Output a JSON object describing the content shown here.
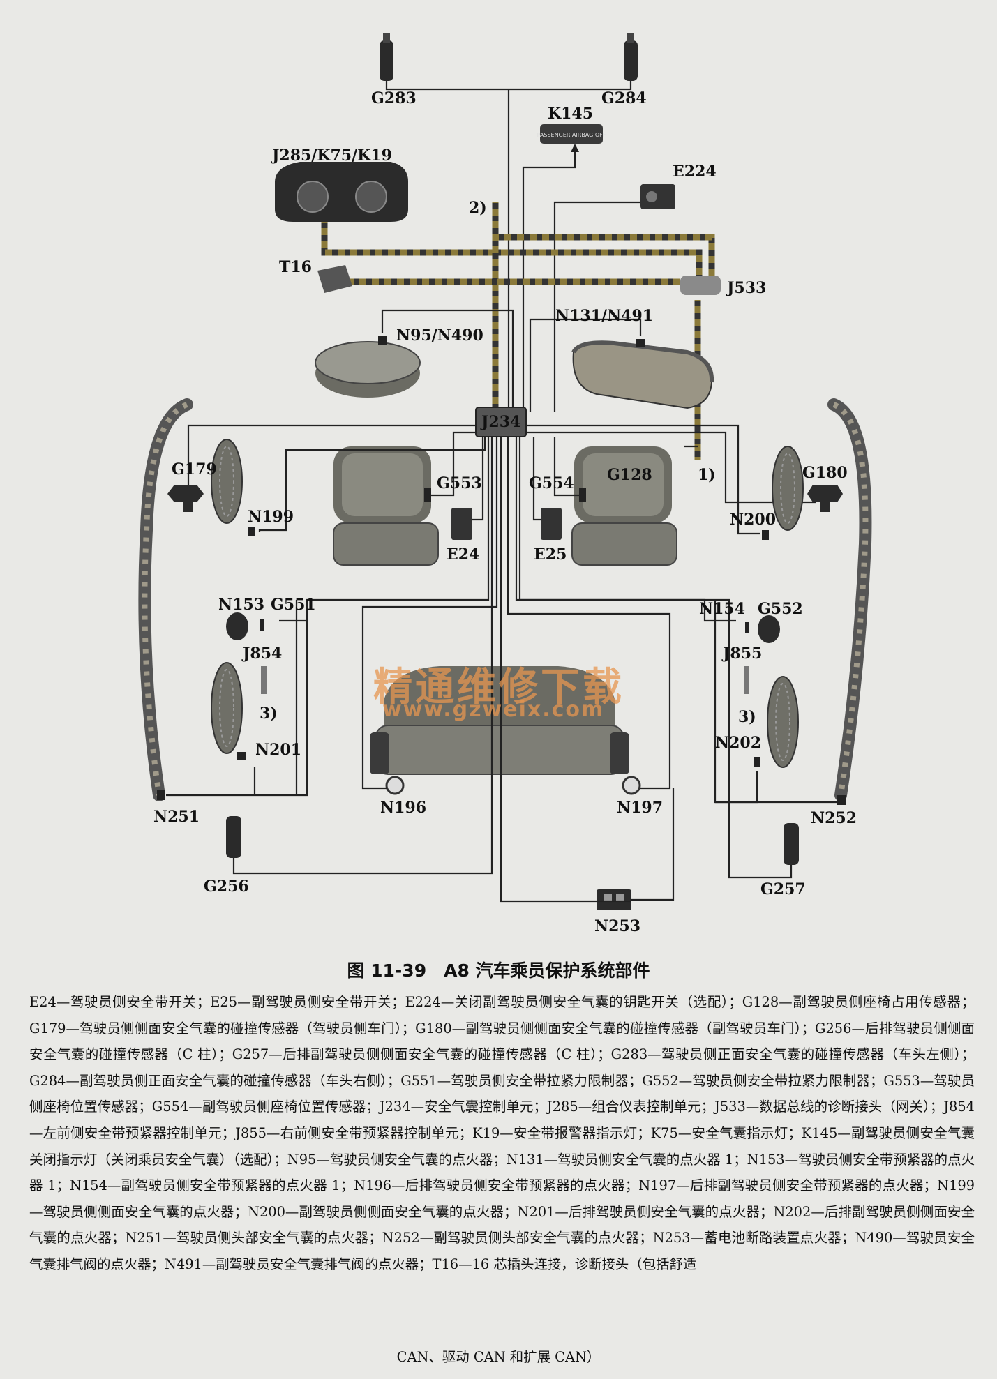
{
  "labels": {
    "g283": "G283",
    "g284": "G284",
    "k145": "K145",
    "k145_panel": "PASSENGER AIRBAG OFF",
    "e224": "E224",
    "j285": "J285/K75/K19",
    "t16": "T16",
    "j533": "J533",
    "n95": "N95/N490",
    "n131": "N131/N491",
    "j234": "J234",
    "note2": "2)",
    "note1": "1)",
    "note3a": "3)",
    "note3b": "3)",
    "g179": "G179",
    "g180": "G180",
    "n199": "N199",
    "n200": "N200",
    "g553": "G553",
    "g554": "G554",
    "g128": "G128",
    "e24": "E24",
    "e25": "E25",
    "n153": "N153",
    "g551": "G551",
    "j854": "J854",
    "n154": "N154",
    "g552": "G552",
    "j855": "J855",
    "n201": "N201",
    "n202": "N202",
    "n196": "N196",
    "n197": "N197",
    "n251": "N251",
    "n252": "N252",
    "g256": "G256",
    "g257": "G257",
    "n253": "N253"
  },
  "watermark": {
    "cn": "精通维修下载",
    "url": "www.gzweix.com"
  },
  "caption": "图 11-39　A8 汽车乘员保护系统部件",
  "legend": "E24—驾驶员侧安全带开关；E25—副驾驶员侧安全带开关；E224—关闭副驾驶员侧安全气囊的钥匙开关（选配）；G128—副驾驶员侧座椅占用传感器；G179—驾驶员侧侧面安全气囊的碰撞传感器（驾驶员侧车门）；G180—副驾驶员侧侧面安全气囊的碰撞传感器（副驾驶员车门）；G256—后排驾驶员侧侧面安全气囊的碰撞传感器（C 柱）；G257—后排副驾驶员侧侧面安全气囊的碰撞传感器（C 柱）；G283—驾驶员侧正面安全气囊的碰撞传感器（车头左侧）；G284—副驾驶员侧正面安全气囊的碰撞传感器（车头右侧）；G551—驾驶员侧安全带拉紧力限制器；G552—驾驶员侧安全带拉紧力限制器；G553—驾驶员侧座椅位置传感器；G554—副驾驶员侧座椅位置传感器；J234—安全气囊控制单元；J285—组合仪表控制单元；J533—数据总线的诊断接头（网关）；J854—左前侧安全带预紧器控制单元；J855—右前侧安全带预紧器控制单元；K19—安全带报警器指示灯；K75—安全气囊指示灯；K145—副驾驶员侧安全气囊关闭指示灯（关闭乘员安全气囊）（选配）；N95—驾驶员侧安全气囊的点火器；N131—驾驶员侧安全气囊的点火器 1；N153—驾驶员侧安全带预紧器的点火器 1；N154—副驾驶员侧安全带预紧器的点火器 1；N196—后排驾驶员侧安全带预紧器的点火器；N197—后排副驾驶员侧安全带预紧器的点火器；N199—驾驶员侧侧面安全气囊的点火器；N200—副驾驶员侧侧面安全气囊的点火器；N201—后排驾驶员侧安全气囊的点火器；N202—后排副驾驶员侧侧面安全气囊的点火器；N251—驾驶员侧头部安全气囊的点火器；N252—副驾驶员侧头部安全气囊的点火器；N253—蓄电池断路装置点火器；N490—驾驶员安全气囊排气阀的点火器；N491—副驾驶员安全气囊排气阀的点火器；T16—16 芯插头连接，诊断接头（包括舒适",
  "legend_last": "CAN、驱动 CAN 和扩展 CAN）"
}
